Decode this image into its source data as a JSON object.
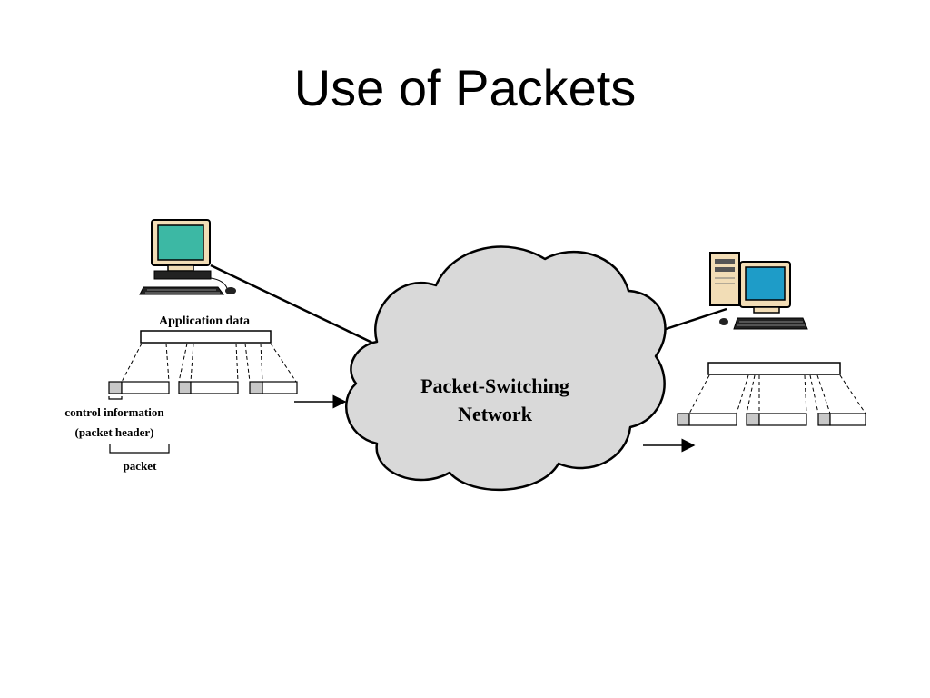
{
  "slide": {
    "title": "Use of Packets"
  },
  "diagram": {
    "sender_labels": {
      "application_data": "Application data",
      "control_information": "control information",
      "packet_header": "(packet header)",
      "packet": "packet"
    },
    "network": {
      "line1": "Packet-Switching",
      "line2": "Network"
    },
    "colors": {
      "cloud_fill": "#d9d9d9",
      "screen_fill": "#3cb8a4",
      "receiver_screen_fill": "#1e9cc8",
      "monitor_body": "#f2ddb6",
      "header_fill": "#c8c8c8"
    },
    "icons": {
      "sender": "desktop-computer-icon",
      "receiver": "tower-computer-icon"
    }
  }
}
